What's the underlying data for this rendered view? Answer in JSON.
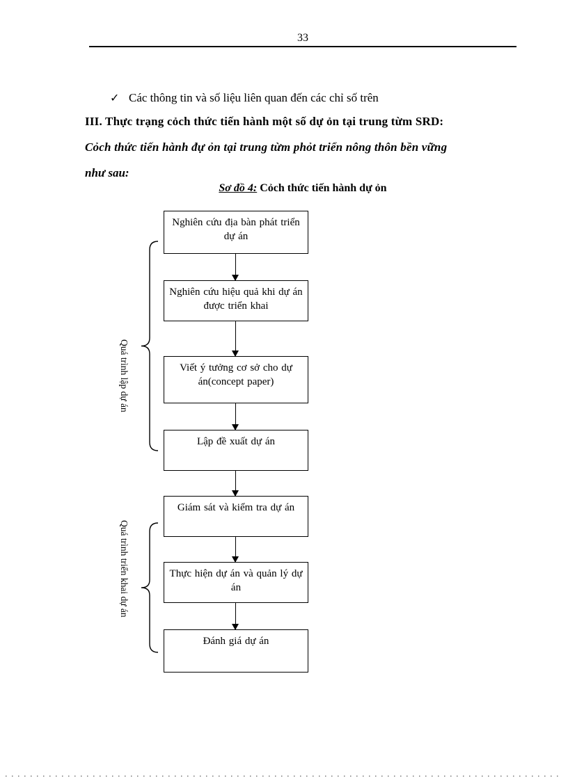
{
  "page": {
    "number": "33"
  },
  "content": {
    "bullet_marker": "✓",
    "bullet_text": "Các thông tin và số liệu liên quan đến các chỉ số trên",
    "heading": "III. Thực trạng cỏch thức tiến hành một số dự ỏn tại trung từm SRD:",
    "intro_line1": "Cỏch thức tiến hành đự ỏn tại trung từm phỏt triển nông thôn bền vững",
    "intro_line2": "như sau:",
    "caption_label": "Sơ đồ 4:",
    "caption_text": " Cỏch thức tiến hành dự ỏn"
  },
  "flowchart": {
    "boxes": [
      "Nghiên cứu địa bàn phát triển dự án",
      "Nghiên cứu hiệu quả khi dự án được triển khai",
      "Viết ý tưởng cơ sở cho dự án(concept paper)",
      "Lập đề xuất dự án",
      "Giám sát và kiểm tra dự án",
      "Thực hiện dự án và quản lý dự án",
      "Đánh giá dự án"
    ],
    "group_labels": [
      "Quá trình lập dự án",
      "Quá trình triển khai dự án"
    ]
  }
}
